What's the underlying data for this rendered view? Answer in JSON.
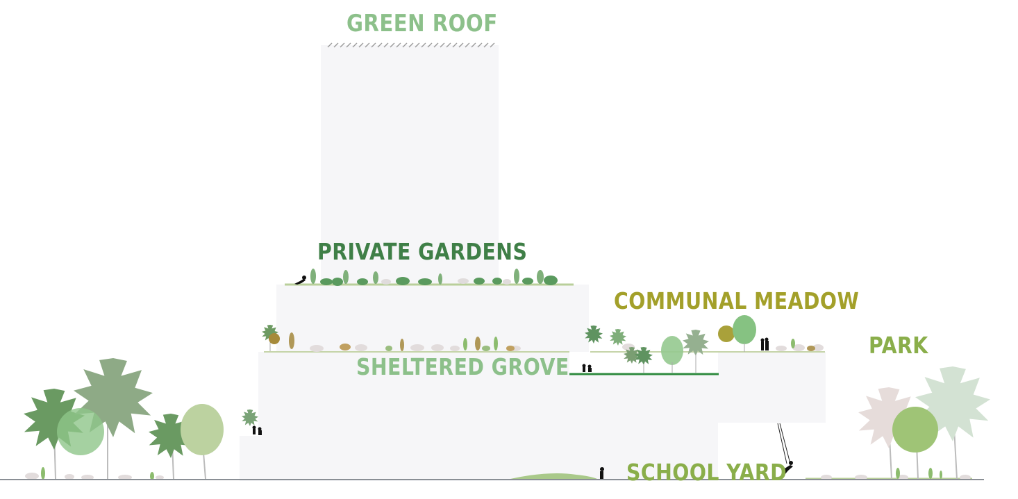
{
  "labels": {
    "green_roof": "GREEN ROOF",
    "private_gardens": "PRIVATE GARDENS",
    "communal_meadow": "COMMUNAL MEADOW",
    "sheltered_grove": "SHELTERED GROVE",
    "park": "PARK",
    "school_yard": "SCHOOL YARD"
  },
  "colors": {
    "green_roof": "#8cc08a",
    "private_gardens": "#3f7f47",
    "communal_meadow": "#a3a02a",
    "sheltered_grove": "#8cc08a",
    "park": "#8aae4a",
    "school_yard": "#8aae4a",
    "building": "#f6f6f8",
    "ground": "#8a8f95"
  }
}
